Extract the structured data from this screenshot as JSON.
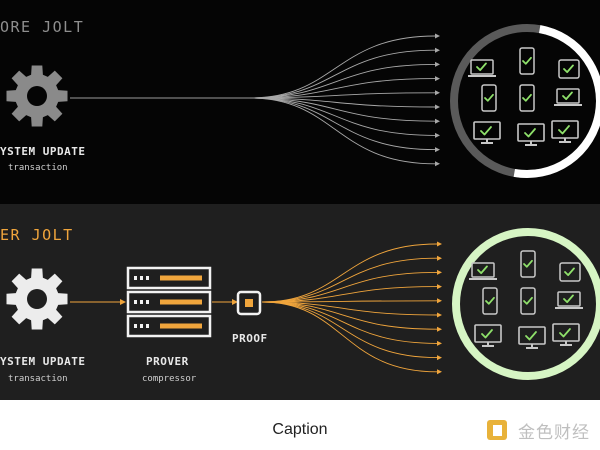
{
  "top": {
    "heading": "ORE JOLT",
    "update_label": "YSTEM UPDATE",
    "update_sub": "transaction"
  },
  "bottom": {
    "heading": "ER JOLT",
    "update_label": "YSTEM UPDATE",
    "update_sub": "transaction",
    "prover_label": "PROVER",
    "prover_sub": "compressor",
    "proof_label": "PROOF"
  },
  "caption": "Caption",
  "watermark": "金色财经",
  "colors": {
    "top_bg": "#050505",
    "bottom_bg": "#1f1f1f",
    "accent_orange": "#f0a53c",
    "ring_green": "#d6f5c4",
    "check_green": "#8ee06a",
    "device_gray": "#c8c8c8"
  },
  "icons": [
    "gear-icon",
    "server-stack-icon",
    "proof-chip-icon",
    "device-ring-icon",
    "laptop-icon",
    "phone-icon",
    "monitor-icon",
    "tablet-icon",
    "check-icon"
  ]
}
